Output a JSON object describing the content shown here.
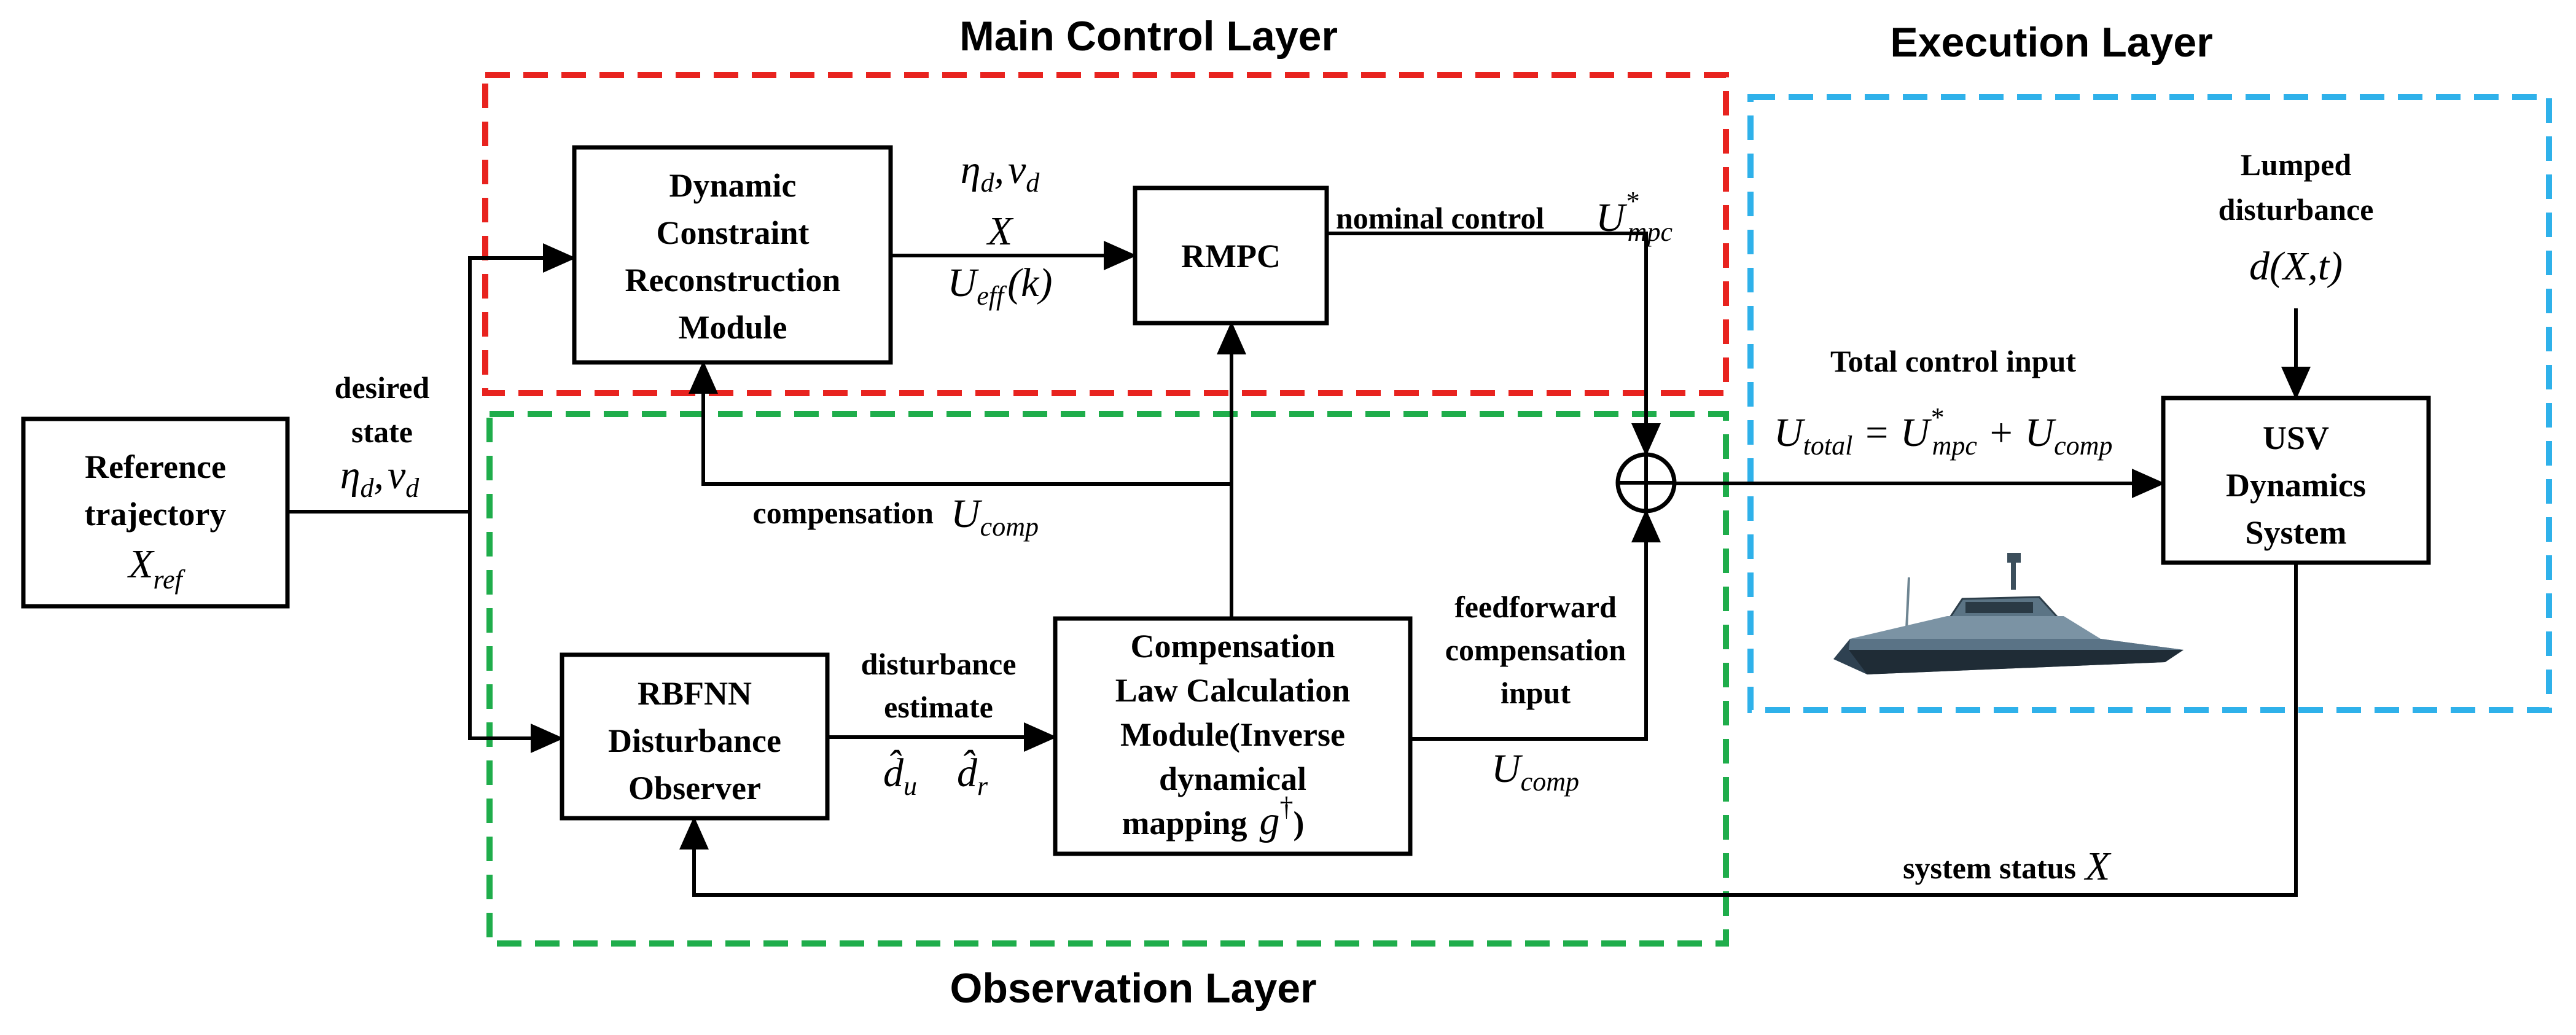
{
  "layers": {
    "main_control": {
      "title": "Main Control Layer",
      "color": "#e8231f"
    },
    "execution": {
      "title": "Execution Layer",
      "color": "#2fb1ea"
    },
    "observation": {
      "title": "Observation Layer",
      "color": "#1fad4b"
    }
  },
  "blocks": {
    "reference": {
      "lines": [
        "Reference",
        "trajectory"
      ],
      "math": "X",
      "math_sub": "ref"
    },
    "dcrm": {
      "lines": [
        "Dynamic",
        "Constraint",
        "Reconstruction",
        "Module"
      ]
    },
    "rmpc": {
      "lines": [
        "RMPC"
      ]
    },
    "usv": {
      "lines": [
        "USV",
        "Dynamics",
        "System"
      ]
    },
    "rbfnn": {
      "lines": [
        "RBFNN",
        "Disturbance",
        "Observer"
      ]
    },
    "clcm": {
      "lines": [
        "Compensation",
        "Law Calculation",
        "Module(Inverse",
        "dynamical",
        "mapping"
      ],
      "math": "g",
      "math_sup": "†",
      "close": ")"
    }
  },
  "labels": {
    "desired_state": [
      "desired",
      "state"
    ],
    "desired_state_math": {
      "eta": "η",
      "eta_sub": "d",
      "sep": ",",
      "v": "v",
      "v_sub": "d"
    },
    "top_eta": {
      "eta": "η",
      "eta_sub": "d",
      "sep": ",",
      "v": "v",
      "v_sub": "d"
    },
    "top_x": "X",
    "top_ueff": {
      "base": "U",
      "sub": "eff",
      "arg": "(k)"
    },
    "nominal_control": "nominal control",
    "nominal_math": {
      "base": "U",
      "sup": "*",
      "sub": "mpc"
    },
    "total_control_input": "Total control input",
    "total_eq": {
      "lhs": "U",
      "lhs_sub": "total",
      "eq": " = ",
      "a": "U",
      "a_sup": "*",
      "a_sub": "mpc",
      "plus": " + ",
      "b": "U",
      "b_sub": "comp"
    },
    "lumped": [
      "Lumped",
      "disturbance"
    ],
    "lumped_math": "d(X,t)",
    "compensation": "compensation",
    "compensation_math": {
      "base": "U",
      "sub": "comp"
    },
    "disturbance_estimate": [
      "disturbance",
      "estimate"
    ],
    "d_u": {
      "base": "d̂",
      "sub": "u"
    },
    "d_r": {
      "base": "d̂",
      "sub": "r"
    },
    "feedforward": [
      "feedforward",
      "compensation",
      "input"
    ],
    "feedforward_math": {
      "base": "U",
      "sub": "comp"
    },
    "system_status": "system status",
    "system_status_math": "X"
  },
  "icons": {
    "summing_junction": "summing-junction-icon",
    "boat": "usv-boat-icon"
  }
}
